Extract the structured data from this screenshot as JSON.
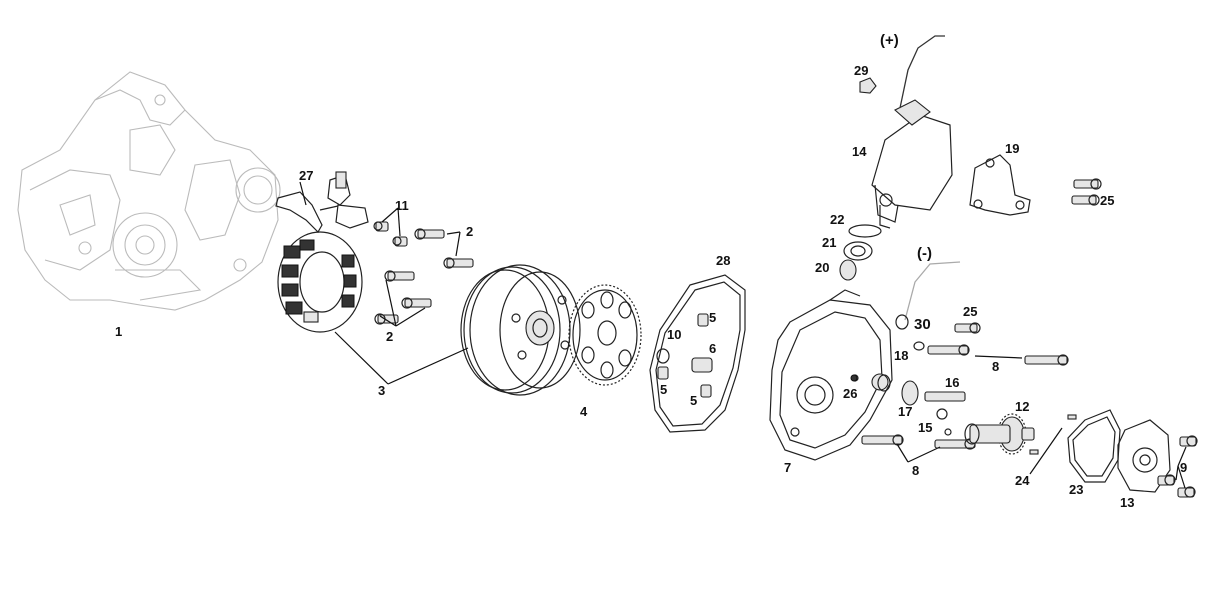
{
  "labels": {
    "p1": "1",
    "p2a": "2",
    "p2b": "2",
    "p3": "3",
    "p4": "4",
    "p5a": "5",
    "p5b": "5",
    "p5c": "5",
    "p6": "6",
    "p7": "7",
    "p8a": "8",
    "p8b": "8",
    "p9": "9",
    "p10": "10",
    "p11": "11",
    "p12": "12",
    "p13": "13",
    "p14": "14",
    "p15": "15",
    "p16": "16",
    "p17": "17",
    "p18": "18",
    "p19": "19",
    "p20": "20",
    "p21": "21",
    "p22": "22",
    "p23": "23",
    "p24": "24",
    "p25a": "25",
    "p25b": "25",
    "p26": "26",
    "p27": "27",
    "p28": "28",
    "p29": "29",
    "p30": "30",
    "positive": "(+)",
    "negative": "(-)"
  }
}
